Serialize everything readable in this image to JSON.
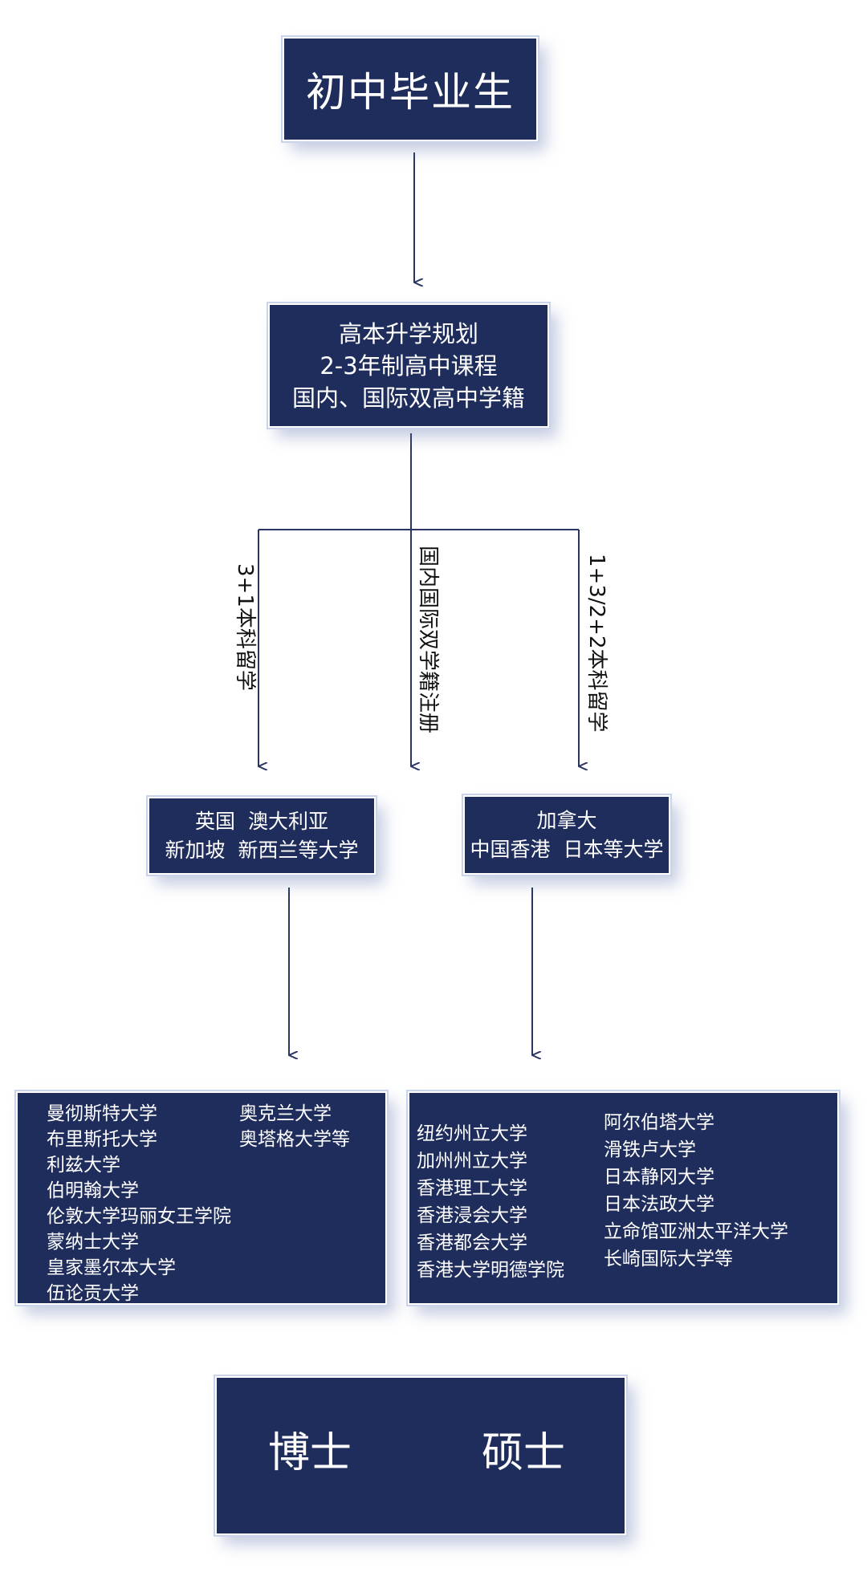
{
  "top": {
    "title": "初中毕业生"
  },
  "plan": {
    "lines": [
      "高本升学规划",
      "2-3年制高中课程",
      "国内、国际双高中学籍"
    ]
  },
  "branches": [
    "3+1本科留学",
    "国内国际双学籍注册",
    "1+3/2+2本科留学"
  ],
  "regions": {
    "left": [
      "英国  澳大利亚",
      "新加坡  新西兰等大学"
    ],
    "right": [
      "加拿大",
      "中国香港  日本等大学"
    ]
  },
  "universities": {
    "left": {
      "col1": [
        "曼彻斯特大学",
        "布里斯托大学",
        "利兹大学",
        "伯明翰大学",
        "伦敦大学玛丽女王学院",
        "蒙纳士大学",
        "皇家墨尔本大学",
        "伍论贡大学"
      ],
      "col2": [
        "奥克兰大学",
        "奥塔格大学等"
      ]
    },
    "right": {
      "col1": [
        "纽约州立大学",
        "加州州立大学",
        "香港理工大学",
        "香港浸会大学",
        "香港都会大学",
        "香港大学明德学院"
      ],
      "col2": [
        "阿尔伯塔大学",
        "滑铁卢大学",
        "日本静冈大学",
        "日本法政大学",
        "立命馆亚洲太平洋大学",
        "长崎国际大学等"
      ]
    }
  },
  "degrees": {
    "doctor": "博士",
    "master": "硕士"
  },
  "colors": {
    "box": "#1f2d5c",
    "line": "#2b3563"
  }
}
